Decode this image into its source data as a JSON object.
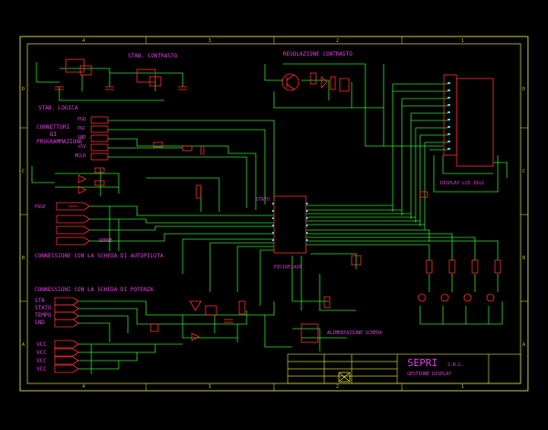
{
  "colors": {
    "background": "#000000",
    "frame": "#c8c840",
    "wire": "#30e030",
    "component": "#ff3030",
    "label": "#e040e0",
    "pin": "#40d0ff"
  },
  "labels": {
    "stab_contrasto": "STAB. CONTRASTO",
    "regolazione_contrasto": "REGOLAZIONE CONTRASTO",
    "stab_logica": "STAB. LOGICA",
    "connettori_1": "CONNETTORI",
    "connettori_2": "DI",
    "connettori_3": "PROGRAMMAZIONE",
    "pgd": "PGD",
    "pgc": "PGC",
    "gnd": "GND",
    "vcc": "+5V",
    "mclr": "MCLR",
    "stato": "STATO",
    "fase": "FASE",
    "sense": "SENSE",
    "conn_autopilota": "CONNESSIONE CON LA SCHEDA DI AUTOPILOTA",
    "conn_potenza_1": "CONNESSIONI CON LA SCHEDA DI POTENZA",
    "sta": "STA",
    "stato2": "STATO",
    "tempo": "TEMPO",
    "gnd2": "GND",
    "vcc1": "VCC",
    "vcc2": "VCC",
    "vcc3": "VCC",
    "vcc4": "VCC",
    "mcu": "PIC16F2420",
    "display": "DISPLAY LCD 16x2",
    "alim_note": "ALIMENTAZIONE SCHEDA",
    "company": "SEPRI",
    "company_sub": "S.R.L.",
    "company_desc": "GESTIONE DISPLAY"
  },
  "zones": {
    "top": [
      "4",
      "3",
      "2",
      "1"
    ],
    "side": [
      "D",
      "C",
      "B",
      "A"
    ]
  }
}
